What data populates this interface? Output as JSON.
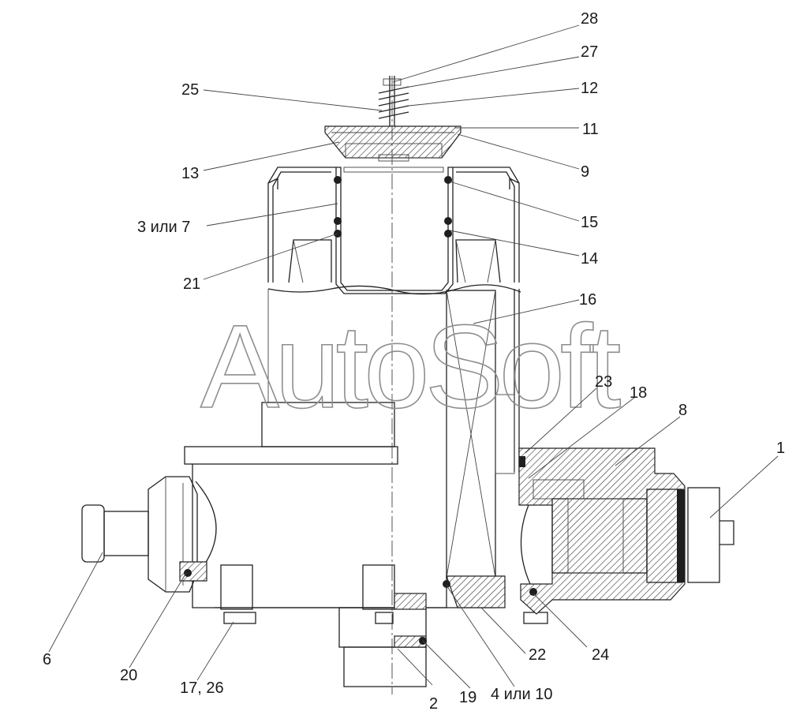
{
  "watermark": "AutoSoft",
  "labels": [
    {
      "id": "28",
      "text": "28"
    },
    {
      "id": "27",
      "text": "27"
    },
    {
      "id": "25",
      "text": "25"
    },
    {
      "id": "12",
      "text": "12"
    },
    {
      "id": "11",
      "text": "11"
    },
    {
      "id": "13",
      "text": "13"
    },
    {
      "id": "9",
      "text": "9"
    },
    {
      "id": "3",
      "text": "3 или 7"
    },
    {
      "id": "15",
      "text": "15"
    },
    {
      "id": "14",
      "text": "14"
    },
    {
      "id": "21",
      "text": "21"
    },
    {
      "id": "16",
      "text": "16"
    },
    {
      "id": "23",
      "text": "23"
    },
    {
      "id": "18",
      "text": "18"
    },
    {
      "id": "8",
      "text": "8"
    },
    {
      "id": "1",
      "text": "1"
    },
    {
      "id": "6",
      "text": "6"
    },
    {
      "id": "20",
      "text": "20"
    },
    {
      "id": "17",
      "text": "17, 26"
    },
    {
      "id": "2",
      "text": "2"
    },
    {
      "id": "19",
      "text": "19"
    },
    {
      "id": "4",
      "text": "4 или 10"
    },
    {
      "id": "22",
      "text": "22"
    },
    {
      "id": "24",
      "text": "24"
    }
  ]
}
